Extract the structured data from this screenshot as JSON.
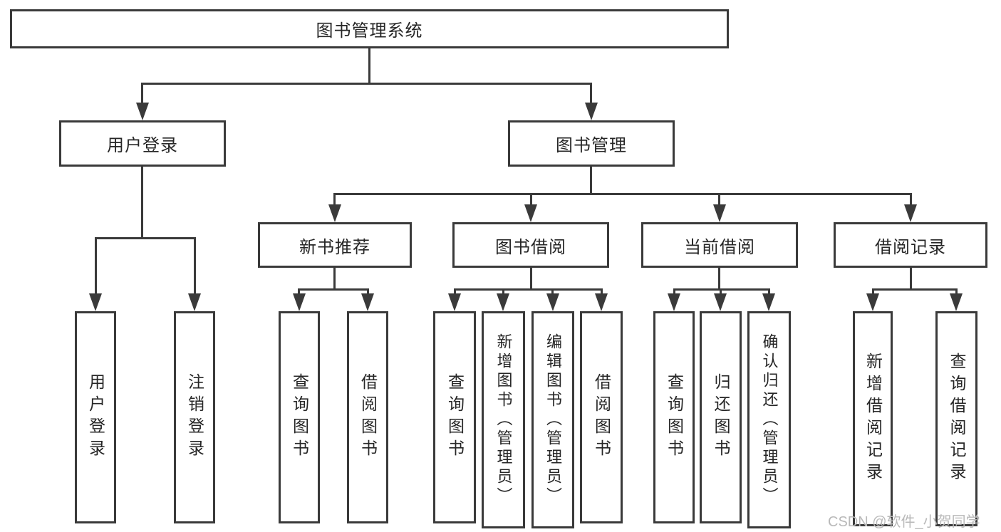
{
  "diagram": {
    "type": "tree",
    "title": "图书管理系统",
    "root": "图书管理系统",
    "level2": [
      "用户登录",
      "图书管理"
    ],
    "level3": [
      "新书推荐",
      "图书借阅",
      "当前借阅",
      "借阅记录"
    ],
    "leaves": [
      "用户登录",
      "注销登录",
      "查询图书",
      "借阅图书",
      "查询图书",
      "新增图书（管理员）",
      "编辑图书（管理员）",
      "借阅图书",
      "查询图书",
      "归还图书",
      "确认归还（管理员）",
      "新增借阅记录",
      "查询借阅记录"
    ],
    "hierarchy": {
      "图书管理系统": {
        "用户登录": [
          "用户登录",
          "注销登录"
        ],
        "图书管理": {
          "新书推荐": [
            "查询图书",
            "借阅图书"
          ],
          "图书借阅": [
            "查询图书",
            "新增图书（管理员）",
            "编辑图书（管理员）",
            "借阅图书"
          ],
          "当前借阅": [
            "查询图书",
            "归还图书",
            "确认归还（管理员）"
          ],
          "借阅记录": [
            "新增借阅记录",
            "查询借阅记录"
          ]
        }
      }
    },
    "colors": {
      "line": "#3a3a3a",
      "text": "#262626",
      "background": "#ffffff",
      "watermark": "#b9b9b9"
    }
  },
  "watermark": "CSDN @软件_小贺同学"
}
